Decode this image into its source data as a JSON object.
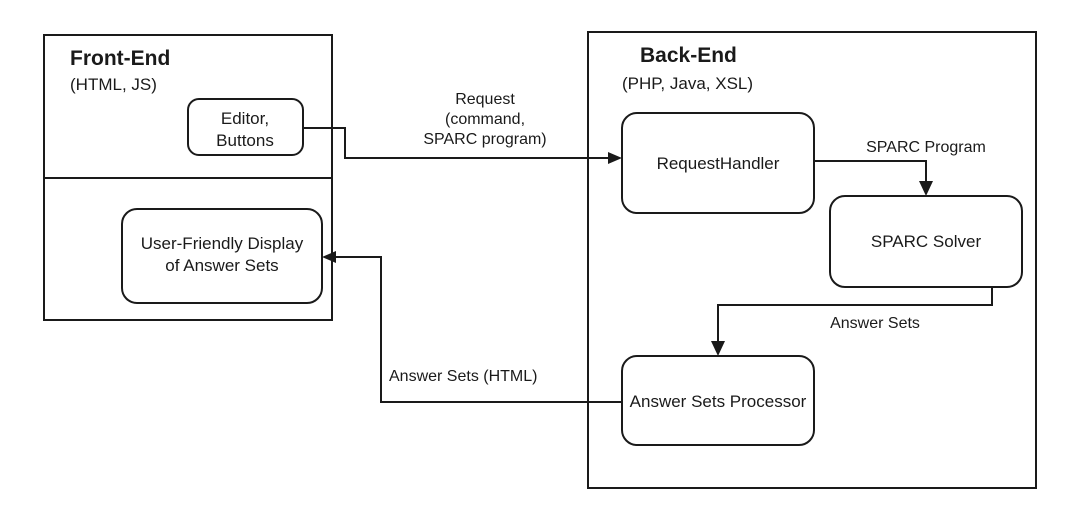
{
  "diagram": {
    "title": "Front-End / Back-End architecture flow",
    "colors": {
      "stroke": "#1a1a1a",
      "fill": "#ffffff",
      "background": "#ffffff"
    },
    "containers": [
      {
        "id": "front-end",
        "title": "Front-End",
        "subtitle": "(HTML, JS)"
      },
      {
        "id": "back-end",
        "title": "Back-End",
        "subtitle": "(PHP, Java, XSL)"
      }
    ],
    "nodes": [
      {
        "id": "editor-buttons",
        "line1": "Editor,",
        "line2": "Buttons"
      },
      {
        "id": "user-display",
        "line1": "User-Friendly Display",
        "line2": "of Answer Sets"
      },
      {
        "id": "request-handler",
        "line1": "RequestHandler"
      },
      {
        "id": "sparc-solver",
        "line1": "SPARC Solver"
      },
      {
        "id": "answer-sets-processor",
        "line1": "Answer Sets Processor"
      }
    ],
    "edges": [
      {
        "id": "request",
        "from": "editor-buttons",
        "to": "request-handler",
        "line1": "Request",
        "line2": "(command,",
        "line3": "SPARC program)"
      },
      {
        "id": "sparc-program",
        "from": "request-handler",
        "to": "sparc-solver",
        "line1": "SPARC Program"
      },
      {
        "id": "answer-sets",
        "from": "sparc-solver",
        "to": "answer-sets-processor",
        "line1": "Answer Sets"
      },
      {
        "id": "answer-sets-html",
        "from": "answer-sets-processor",
        "to": "user-display",
        "line1": "Answer Sets (HTML)"
      }
    ]
  }
}
